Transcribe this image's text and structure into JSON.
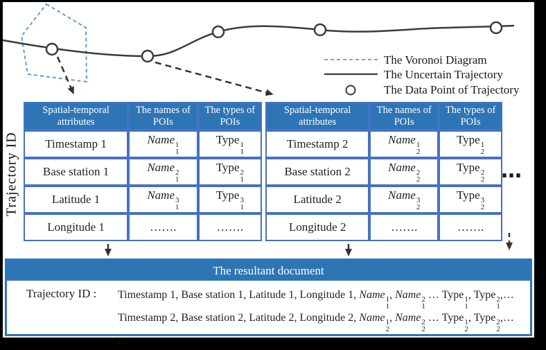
{
  "colors": {
    "table_header_bg": "#2E75B6",
    "table_border": "#4472C4",
    "voronoi_dashed": "#5B9BD5",
    "trajectory_line": "#3b3b3b",
    "arrow": "#333333",
    "document_box_border": "#2E75B6"
  },
  "legend": {
    "items": [
      {
        "swatch": "dashed-blue-line",
        "label": "The Voronoi Diagram"
      },
      {
        "swatch": "solid-black-line",
        "label": "The Uncertain Trajectory"
      },
      {
        "swatch": "open-circle",
        "label": "The Data Point of Trajectory"
      }
    ]
  },
  "row_axis_label": "Trajectory ID",
  "more_tables_ellipsis": "…",
  "tables": [
    {
      "headers": [
        "Spatial-temporal attributes",
        "The names of POIs",
        "The types of POIs"
      ],
      "rows": [
        [
          {
            "t": "Timestamp 1"
          },
          {
            "t": "Name",
            "i": 1,
            "sup": "1",
            "sub": "1"
          },
          {
            "t": "Type",
            "sup": "1",
            "sub": "1"
          }
        ],
        [
          {
            "t": "Base station 1"
          },
          {
            "t": "Name",
            "i": 1,
            "sup": "2",
            "sub": "1"
          },
          {
            "t": "Type",
            "sup": "2",
            "sub": "1"
          }
        ],
        [
          {
            "t": "Latitude 1"
          },
          {
            "t": "Name",
            "i": 1,
            "sup": "3",
            "sub": "1"
          },
          {
            "t": "Type",
            "sup": "3",
            "sub": "1"
          }
        ],
        [
          {
            "t": "Longitude 1"
          },
          {
            "t": "……."
          },
          {
            "t": "……."
          }
        ]
      ]
    },
    {
      "headers": [
        "Spatial-temporal attributes",
        "The names of POIs",
        "The types of POIs"
      ],
      "rows": [
        [
          {
            "t": "Timestamp 2"
          },
          {
            "t": "Name",
            "i": 1,
            "sup": "1",
            "sub": "2"
          },
          {
            "t": "Type",
            "sup": "1",
            "sub": "2"
          }
        ],
        [
          {
            "t": "Base station 2"
          },
          {
            "t": "Name",
            "i": 1,
            "sup": "2",
            "sub": "2"
          },
          {
            "t": "Type",
            "sup": "2",
            "sub": "2"
          }
        ],
        [
          {
            "t": "Latitude 2"
          },
          {
            "t": "Name",
            "i": 1,
            "sup": "3",
            "sub": "2"
          },
          {
            "t": "Type",
            "sup": "3",
            "sub": "2"
          }
        ],
        [
          {
            "t": "Longitude 2"
          },
          {
            "t": "……."
          },
          {
            "t": "……."
          }
        ]
      ]
    }
  ],
  "document": {
    "title": "The resultant document",
    "label": "Trajectory ID :",
    "lines": [
      [
        {
          "t": "Timestamp 1, Base station 1, Latitude 1, Longitude 1, "
        },
        {
          "t": "Name",
          "i": 1,
          "sup": "1",
          "sub": "1"
        },
        {
          "t": ", "
        },
        {
          "t": "Name",
          "i": 1,
          "sup": "2",
          "sub": "1"
        },
        {
          "t": " … "
        },
        {
          "t": "Type",
          "sup": "1",
          "sub": "1"
        },
        {
          "t": ", "
        },
        {
          "t": "Type",
          "sup": "2",
          "sub": "1"
        },
        {
          "t": ",…"
        }
      ],
      [
        {
          "t": "Timestamp 2, Base station 2, Latitude 2, Longitude 2, "
        },
        {
          "t": "Name",
          "i": 1,
          "sup": "1",
          "sub": "2"
        },
        {
          "t": ", "
        },
        {
          "t": "Name",
          "i": 1,
          "sup": "2",
          "sub": "2"
        },
        {
          "t": " … "
        },
        {
          "t": "Type",
          "sup": "1",
          "sub": "2"
        },
        {
          "t": ", "
        },
        {
          "t": "Type",
          "sup": "2",
          "sub": "2"
        },
        {
          "t": ",…"
        }
      ],
      [
        {
          "t": "…"
        }
      ]
    ]
  }
}
